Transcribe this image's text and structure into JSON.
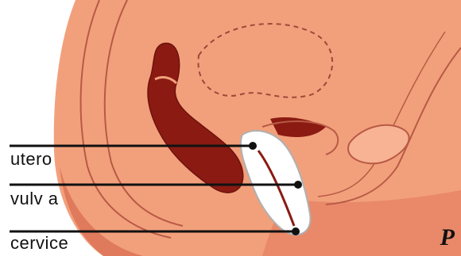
{
  "labels": {
    "utero": "utero",
    "vulva": "vulv a",
    "cervice": "cervice"
  },
  "figure_letter": "P",
  "colors": {
    "background": "#ffffff",
    "tissue": "#f2a07c",
    "tissue_dark": "#e07a5c",
    "outline": "#b85a45",
    "cavity": "#8a1a12",
    "device": "#ffffff",
    "leader_line": "#111111"
  }
}
